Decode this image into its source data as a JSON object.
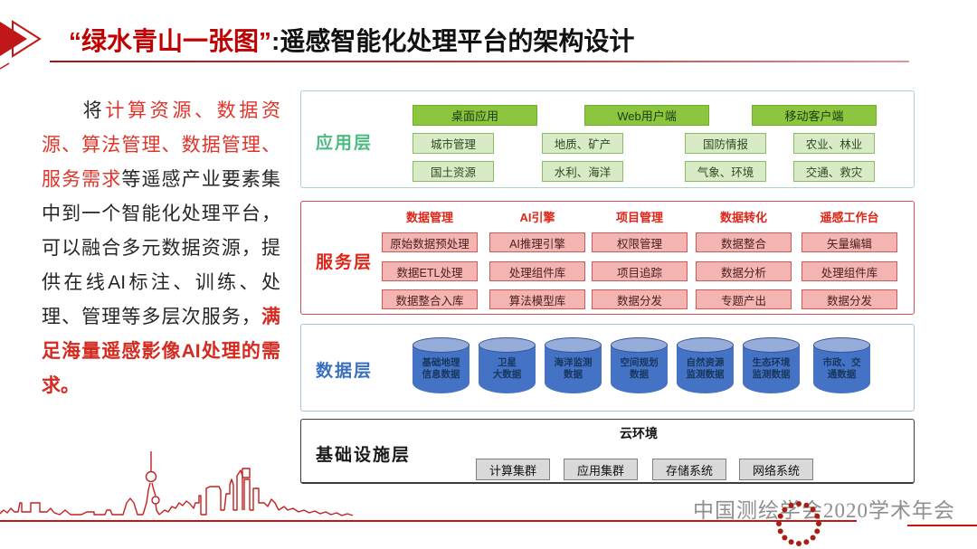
{
  "header": {
    "title_red": "“绿水青山一张图”",
    "title_colon": ":",
    "title_black": "遥感智能化处理平台的架构设计"
  },
  "intro": {
    "seg1": "将",
    "seg2_red": "计算资源、数据资源、算法管理、数据管理、服务需求",
    "seg3": "等遥感产业要素集中到一个智能化处理平台，可以融合多元数据资源，提供在线AI标注、训练、处理、管理等多层次服务，",
    "seg4_red_bold": "满足海量遥感影像AI处理的需求。"
  },
  "app_layer": {
    "label": "应用层",
    "tabs": [
      "桌面应用",
      "Web用户端",
      "移动客户端"
    ],
    "cells": [
      "城市管理",
      "地质、矿产",
      "国防情报",
      "农业、林业",
      "国土资源",
      "水利、海洋",
      "气象、环境",
      "交通、救灾"
    ]
  },
  "service_layer": {
    "label": "服务层",
    "columns": [
      {
        "header": "数据管理",
        "items": [
          "原始数据预处理",
          "数据ETL处理",
          "数据整合入库"
        ]
      },
      {
        "header": "AI引擎",
        "items": [
          "AI推理引擎",
          "处理组件库",
          "算法模型库"
        ]
      },
      {
        "header": "项目管理",
        "items": [
          "权限管理",
          "项目追踪",
          "数据分发"
        ]
      },
      {
        "header": "数据转化",
        "items": [
          "数据整合",
          "数据分析",
          "专题产出"
        ]
      },
      {
        "header": "遥感工作台",
        "items": [
          "矢量编辑",
          "处理组件库",
          "数据分发"
        ]
      }
    ]
  },
  "data_layer": {
    "label": "数据层",
    "cylinders": [
      [
        "基础地理",
        "信息数据"
      ],
      [
        "卫星",
        "大数据"
      ],
      [
        "海洋监测",
        "数据"
      ],
      [
        "空间规划",
        "数据"
      ],
      [
        "自然资源",
        "监测数据"
      ],
      [
        "生态环境",
        "监测数据"
      ],
      [
        "市政、交",
        "通数据"
      ]
    ]
  },
  "infra_layer": {
    "label": "基础设施层",
    "cloud": "云环境",
    "items": [
      "计算集群",
      "应用集群",
      "存储系统",
      "网络系统"
    ]
  },
  "footer": {
    "conference": "中国测绘学会2020学术年会"
  },
  "colors": {
    "title_red": "#c00000",
    "accent_red": "#e02518",
    "app_green": "#8cc63f",
    "app_green_light": "#d9eac6",
    "service_pink": "#f3b4b2",
    "data_blue": "#4472c4",
    "infra_gray": "#d9d9d9",
    "line_red": "#c01818"
  }
}
